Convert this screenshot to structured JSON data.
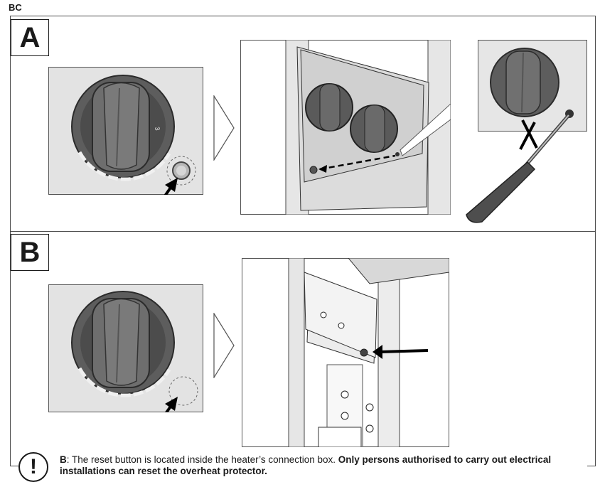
{
  "header": {
    "code": "BC"
  },
  "section_a": {
    "label": "A"
  },
  "section_b": {
    "label": "B"
  },
  "note": {
    "icon": "exclamation-icon",
    "lead": "B",
    "text": ": The reset button is located inside the heater’s connection box. ",
    "bold_text": "Only persons authorised to carry out electrical installations can reset the overheat protector."
  }
}
